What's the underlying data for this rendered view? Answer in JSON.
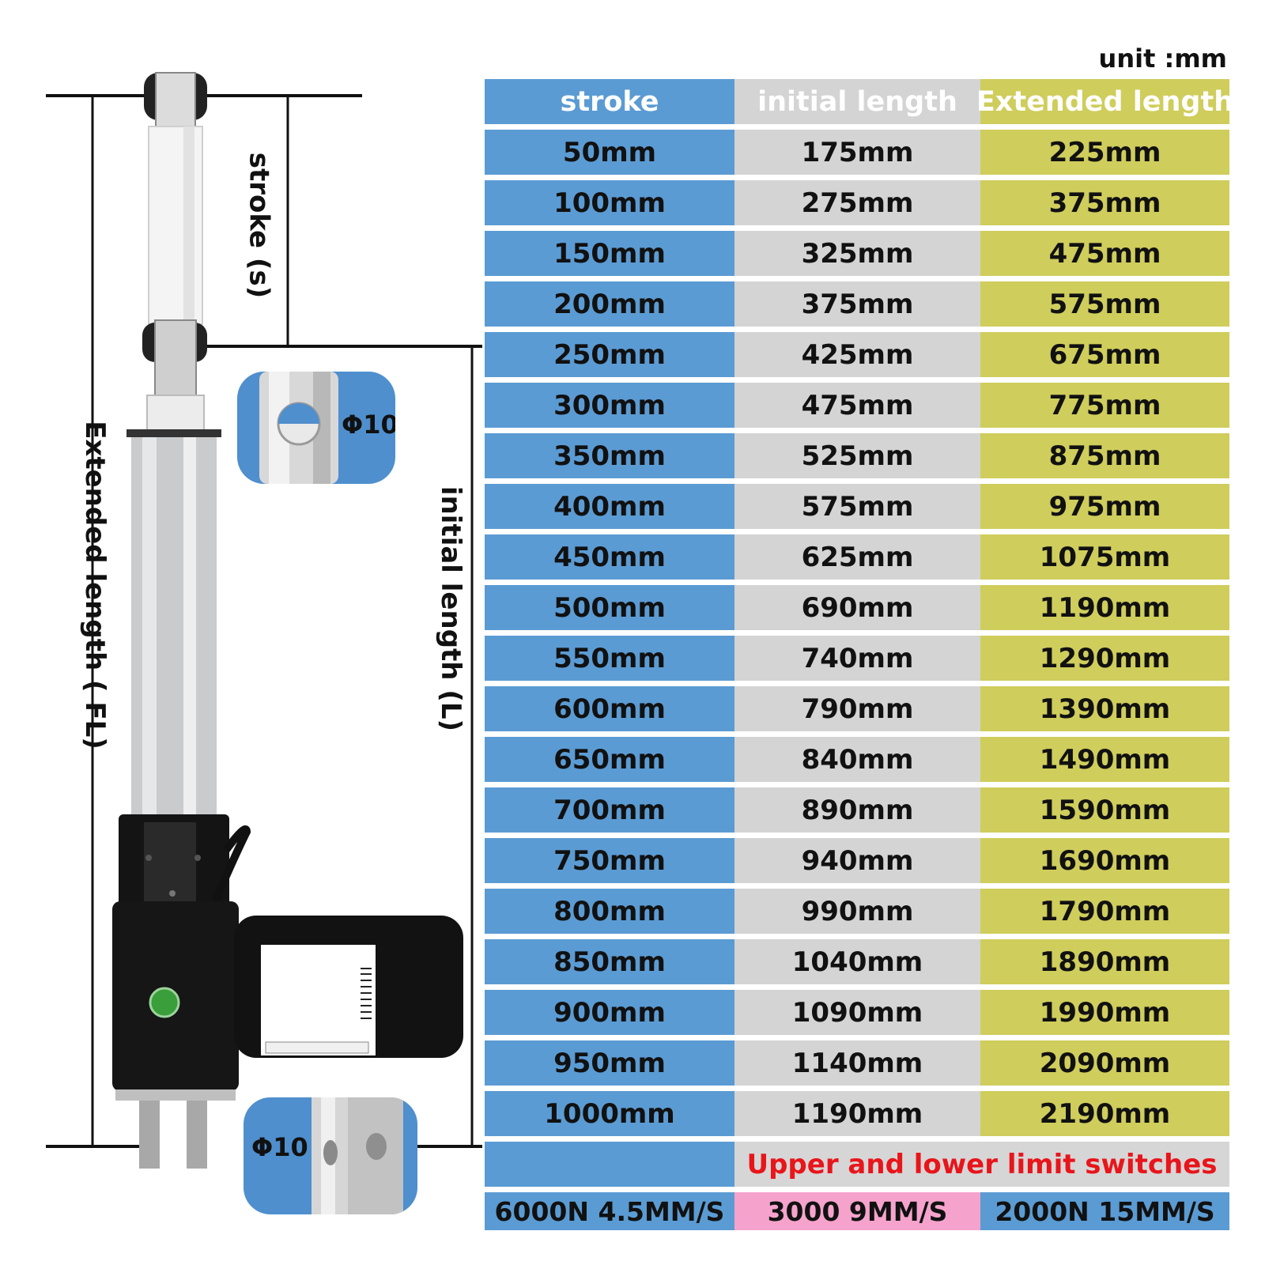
{
  "unit_label": "unit :mm",
  "diagram": {
    "stroke_label": "stroke (s)",
    "extended_label": "Extended length ( FL)",
    "initial_label": "initial length (L)",
    "top_hole": "Φ10",
    "bottom_hole": "Φ10"
  },
  "table": {
    "headers": [
      "stroke",
      "initial length",
      "Extended length"
    ],
    "rows": [
      [
        "50mm",
        "175mm",
        "225mm"
      ],
      [
        "100mm",
        "275mm",
        "375mm"
      ],
      [
        "150mm",
        "325mm",
        "475mm"
      ],
      [
        "200mm",
        "375mm",
        "575mm"
      ],
      [
        "250mm",
        "425mm",
        "675mm"
      ],
      [
        "300mm",
        "475mm",
        "775mm"
      ],
      [
        "350mm",
        "525mm",
        "875mm"
      ],
      [
        "400mm",
        "575mm",
        "975mm"
      ],
      [
        "450mm",
        "625mm",
        "1075mm"
      ],
      [
        "500mm",
        "690mm",
        "1190mm"
      ],
      [
        "550mm",
        "740mm",
        "1290mm"
      ],
      [
        "600mm",
        "790mm",
        "1390mm"
      ],
      [
        "650mm",
        "840mm",
        "1490mm"
      ],
      [
        "700mm",
        "890mm",
        "1590mm"
      ],
      [
        "750mm",
        "940mm",
        "1690mm"
      ],
      [
        "800mm",
        "990mm",
        "1790mm"
      ],
      [
        "850mm",
        "1040mm",
        "1890mm"
      ],
      [
        "900mm",
        "1090mm",
        "1990mm"
      ],
      [
        "950mm",
        "1140mm",
        "2090mm"
      ],
      [
        "1000mm",
        "1190mm",
        "2190mm"
      ]
    ],
    "note": "Upper and lower limit switches",
    "specs": [
      "6000N 4.5MM/S",
      "3000 9MM/S",
      "2000N 15MM/S"
    ]
  },
  "colors": {
    "stroke_col": "#5b9bd3",
    "initial_col": "#d4d4d4",
    "extended_col": "#cfcd5c",
    "note_text": "#e8151b",
    "spec_pink": "#f5a3cc"
  }
}
